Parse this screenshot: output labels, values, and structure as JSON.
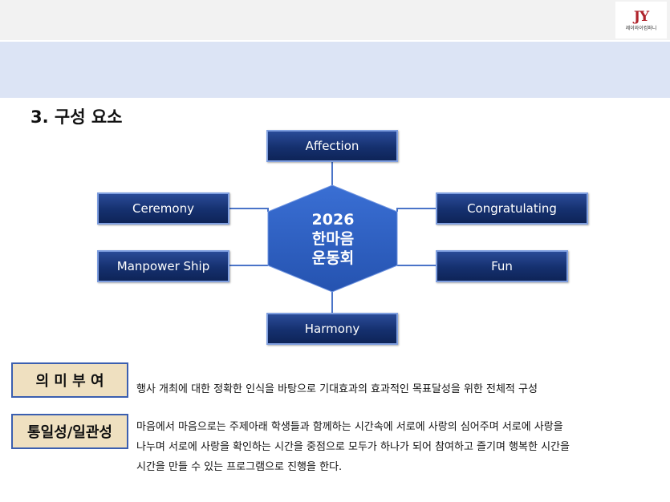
{
  "logo": {
    "mark": "JY",
    "text": "제이와이컴퍼니"
  },
  "section_title": "3. 구성 요소",
  "center": {
    "lines": [
      "2026",
      "한마음",
      "운동회"
    ]
  },
  "nodes": {
    "affection": "Affection",
    "ceremony": "Ceremony",
    "congratulating": "Congratulating",
    "manpower_ship": "Manpower Ship",
    "fun": "Fun",
    "harmony": "Harmony"
  },
  "meaning": {
    "label": "의 미 부 여",
    "text": "행사 개최에 대한 정확한 인식을 바탕으로 기대효과의 효과적인 목표달성을 위한 전체적 구성"
  },
  "consistency": {
    "label": "통일성/일관성",
    "lines": [
      "마음에서 마음으로는 주제아래 학생들과 함께하는 시간속에 서로에 사랑의 심어주며 서로에 사랑을",
      "나누며 서로에 사랑을 확인하는 시간을 중점으로 모두가 하나가 되어 참여하고 즐기며 행복한 시간을",
      "시간을 만들 수 있는 프로그램으로 진행을 한다."
    ]
  },
  "colors": {
    "node_fill": "#1b3a80",
    "node_border": "#7f9fe0",
    "hexagon_fill": "#2f60c4",
    "connector": "#4a74c8",
    "label_fill": "#efe0c0",
    "header_band": "#dce4f5"
  }
}
